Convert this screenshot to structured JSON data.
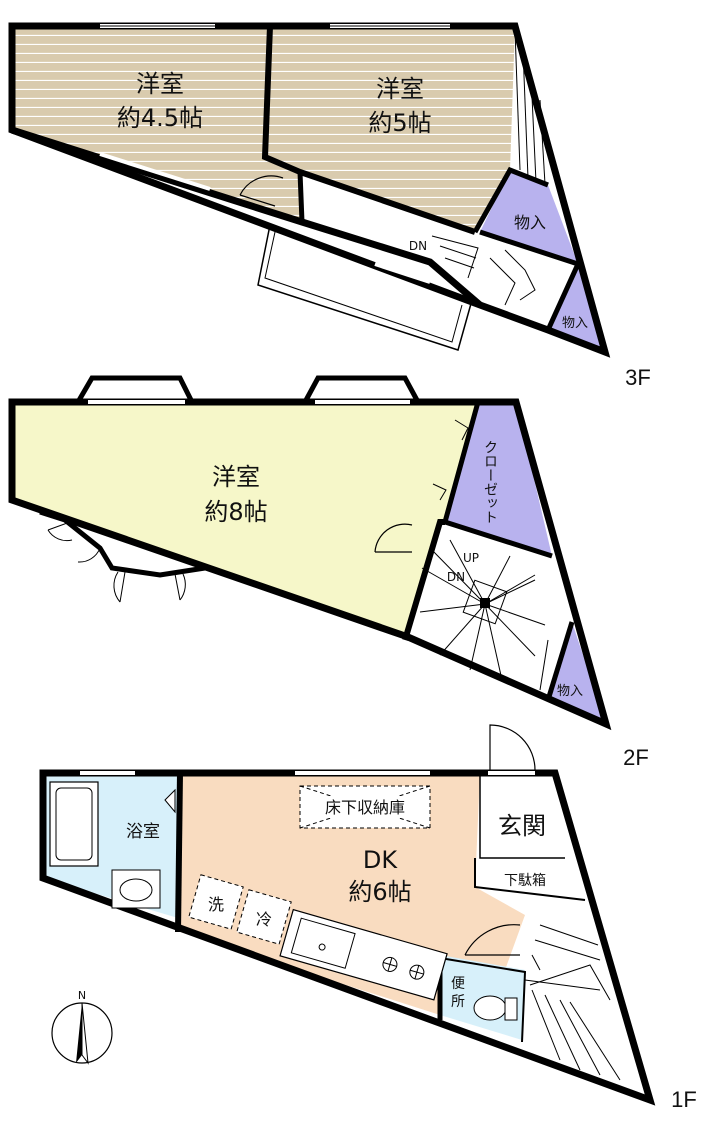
{
  "floors": {
    "f3": {
      "label": "3F",
      "rooms": [
        {
          "name": "洋室",
          "size": "約4.5帖"
        },
        {
          "name": "洋室",
          "size": "約5帖"
        }
      ],
      "storage_a": "物入",
      "storage_b": "物入",
      "stair_label": "DN"
    },
    "f2": {
      "label": "2F",
      "room": {
        "name": "洋室",
        "size": "約8帖"
      },
      "closet": "クローゼット",
      "stair_up": "UP",
      "stair_dn": "DN",
      "storage": "物入"
    },
    "f1": {
      "label": "1F",
      "bath": "浴室",
      "dk": {
        "name": "DK",
        "size": "約6帖"
      },
      "underfloor": "床下収納庫",
      "washer": "洗",
      "fridge": "冷",
      "entrance": "玄関",
      "shoebox": "下駄箱",
      "toilet_line1": "便",
      "toilet_line2": "所"
    }
  },
  "compass": {
    "north_label": "N"
  },
  "colors": {
    "wood_floor": "#D9CBAE",
    "storage": "#B8B2EE",
    "room_2f": "#F6F7C9",
    "bath": "#D7F0FA",
    "dk": "#F9DCC0",
    "wall": "#000000"
  }
}
